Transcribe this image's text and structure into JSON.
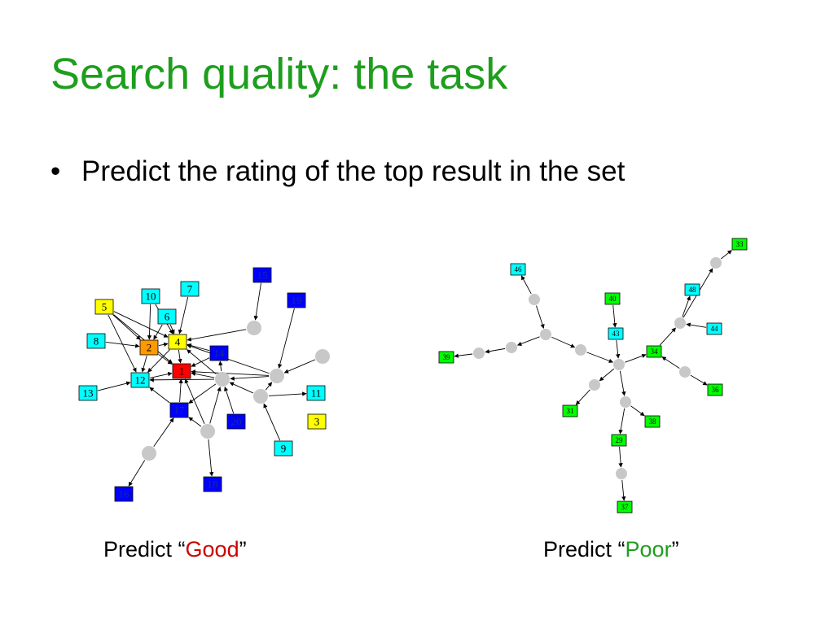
{
  "slide": {
    "title": "Search quality: the task",
    "bullet_glyph": "•",
    "bullet_text": "Predict the rating of the top result in the set"
  },
  "captions": {
    "left": {
      "prefix": "Predict “",
      "word": "Good",
      "suffix": "”",
      "word_color": "#cc0000"
    },
    "right": {
      "prefix": "Predict “",
      "word": "Poor",
      "suffix": "”",
      "word_color": "#1e9e1e"
    }
  },
  "colors": {
    "title": "#1e9e1e",
    "red": "#ff0000",
    "orange": "#ff9900",
    "yellow": "#ffff00",
    "cyan": "#00ffff",
    "blue": "#0000ff",
    "green": "#00ff00",
    "hub": "#c8c8c8"
  },
  "graphs": [
    {
      "name": "left-graph",
      "nodes": [
        {
          "id": "1",
          "label": "1",
          "color": "red"
        },
        {
          "id": "2",
          "label": "2",
          "color": "orange"
        },
        {
          "id": "3",
          "label": "3",
          "color": "yellow"
        },
        {
          "id": "4",
          "label": "4",
          "color": "yellow"
        },
        {
          "id": "5",
          "label": "5",
          "color": "yellow"
        },
        {
          "id": "6",
          "label": "6",
          "color": "cyan"
        },
        {
          "id": "7",
          "label": "7",
          "color": "cyan"
        },
        {
          "id": "8",
          "label": "8",
          "color": "cyan"
        },
        {
          "id": "9",
          "label": "9",
          "color": "cyan"
        },
        {
          "id": "10",
          "label": "10",
          "color": "cyan"
        },
        {
          "id": "11",
          "label": "11",
          "color": "cyan"
        },
        {
          "id": "12",
          "label": "12",
          "color": "cyan"
        },
        {
          "id": "13",
          "label": "13",
          "color": "cyan"
        },
        {
          "id": "14",
          "label": "14",
          "color": "blue"
        },
        {
          "id": "15",
          "label": "15",
          "color": "blue"
        },
        {
          "id": "16",
          "label": "16",
          "color": "blue"
        },
        {
          "id": "17",
          "label": "17",
          "color": "blue"
        },
        {
          "id": "18",
          "label": "18",
          "color": "blue"
        },
        {
          "id": "19",
          "label": "19",
          "color": "blue"
        },
        {
          "id": "20",
          "label": "20",
          "color": "blue"
        },
        {
          "id": "a",
          "hub": true
        },
        {
          "id": "b",
          "hub": true
        },
        {
          "id": "c",
          "hub": true
        },
        {
          "id": "d",
          "hub": true
        },
        {
          "id": "e",
          "hub": true
        },
        {
          "id": "f",
          "hub": true
        },
        {
          "id": "g",
          "hub": true
        }
      ],
      "edges": [
        [
          "5",
          "2"
        ],
        [
          "5",
          "4"
        ],
        [
          "5",
          "12"
        ],
        [
          "5",
          "1"
        ],
        [
          "10",
          "2"
        ],
        [
          "10",
          "4"
        ],
        [
          "6",
          "2"
        ],
        [
          "6",
          "4"
        ],
        [
          "7",
          "4"
        ],
        [
          "8",
          "2"
        ],
        [
          "2",
          "4"
        ],
        [
          "2",
          "12"
        ],
        [
          "2",
          "1"
        ],
        [
          "4",
          "1"
        ],
        [
          "4",
          "12"
        ],
        [
          "12",
          "1"
        ],
        [
          "13",
          "12"
        ],
        [
          "17",
          "12"
        ],
        [
          "17",
          "1"
        ],
        [
          "14",
          "1"
        ],
        [
          "14",
          "4"
        ],
        [
          "15",
          "b"
        ],
        [
          "b",
          "4"
        ],
        [
          "19",
          "d"
        ],
        [
          "c",
          "1"
        ],
        [
          "c",
          "4"
        ],
        [
          "c",
          "14"
        ],
        [
          "c",
          "17"
        ],
        [
          "c",
          "12"
        ],
        [
          "e",
          "1"
        ],
        [
          "e",
          "17"
        ],
        [
          "e",
          "c"
        ],
        [
          "f",
          "d"
        ],
        [
          "f",
          "11"
        ],
        [
          "d",
          "c"
        ],
        [
          "d",
          "4"
        ],
        [
          "d",
          "1"
        ],
        [
          "g",
          "d"
        ],
        [
          "9",
          "f"
        ],
        [
          "f",
          "c"
        ],
        [
          "20",
          "c"
        ],
        [
          "a",
          "17"
        ],
        [
          "a",
          "16"
        ],
        [
          "e",
          "18"
        ]
      ]
    },
    {
      "name": "right-graph",
      "nodes": [
        {
          "id": "46",
          "label": "46",
          "color": "cyan"
        },
        {
          "id": "40",
          "label": "40",
          "color": "green"
        },
        {
          "id": "43",
          "label": "43",
          "color": "cyan"
        },
        {
          "id": "39",
          "label": "39",
          "color": "green"
        },
        {
          "id": "33",
          "label": "33",
          "color": "green"
        },
        {
          "id": "48",
          "label": "48",
          "color": "cyan"
        },
        {
          "id": "44",
          "label": "44",
          "color": "cyan"
        },
        {
          "id": "34",
          "label": "34",
          "color": "green"
        },
        {
          "id": "36",
          "label": "36",
          "color": "green"
        },
        {
          "id": "31",
          "label": "31",
          "color": "green"
        },
        {
          "id": "38",
          "label": "38",
          "color": "green"
        },
        {
          "id": "29",
          "label": "29",
          "color": "green"
        },
        {
          "id": "37",
          "label": "37",
          "color": "green"
        },
        {
          "id": "h",
          "hub": true
        },
        {
          "id": "p1",
          "hub": true
        },
        {
          "id": "p2",
          "hub": true
        },
        {
          "id": "p3",
          "hub": true
        },
        {
          "id": "p4",
          "hub": true
        },
        {
          "id": "p5",
          "hub": true
        },
        {
          "id": "p6",
          "hub": true
        },
        {
          "id": "p7",
          "hub": true
        },
        {
          "id": "p8",
          "hub": true
        },
        {
          "id": "p9",
          "hub": true
        },
        {
          "id": "p10",
          "hub": true
        },
        {
          "id": "p11",
          "hub": true
        }
      ],
      "edges": [
        [
          "p1",
          "46"
        ],
        [
          "p1",
          "p2"
        ],
        [
          "p2",
          "p3"
        ],
        [
          "p3",
          "p4"
        ],
        [
          "p4",
          "39"
        ],
        [
          "p2",
          "p5"
        ],
        [
          "p5",
          "h"
        ],
        [
          "40",
          "43"
        ],
        [
          "43",
          "h"
        ],
        [
          "h",
          "34"
        ],
        [
          "34",
          "p6"
        ],
        [
          "p6",
          "p7"
        ],
        [
          "p7",
          "33"
        ],
        [
          "p6",
          "48"
        ],
        [
          "44",
          "p6"
        ],
        [
          "p8",
          "34"
        ],
        [
          "p8",
          "36"
        ],
        [
          "h",
          "p9"
        ],
        [
          "p9",
          "31"
        ],
        [
          "h",
          "p10"
        ],
        [
          "p10",
          "38"
        ],
        [
          "p10",
          "29"
        ],
        [
          "29",
          "p11"
        ],
        [
          "p11",
          "37"
        ]
      ]
    }
  ]
}
